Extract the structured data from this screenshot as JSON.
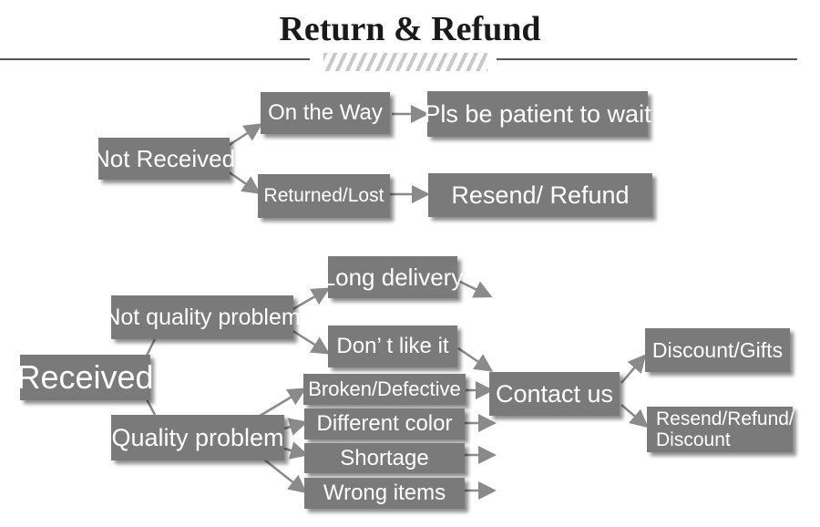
{
  "title": "Return & Refund",
  "nodes": {
    "not_received": "Not Received",
    "on_the_way": "On the Way",
    "pls_wait": "Pls be patient to wait",
    "returned_lost": "Returned/Lost",
    "resend_refund": "Resend/ Refund",
    "received": "Received",
    "not_quality": "Not quality problem",
    "long_delivery": "Long delivery",
    "dont_like": "Don’ t like it",
    "quality_problem": "Quality problem",
    "broken": "Broken/Defective",
    "diff_color": "Different color",
    "shortage": "Shortage",
    "wrong_items": "Wrong items",
    "contact_us": "Contact us",
    "discount_gifts": "Discount/Gifts",
    "resend_refund_discount": "Resend/Refund/ Discount"
  },
  "colors": {
    "box": "#7a7a7a",
    "arrow": "#8a8a8a",
    "text": "#ffffff"
  }
}
